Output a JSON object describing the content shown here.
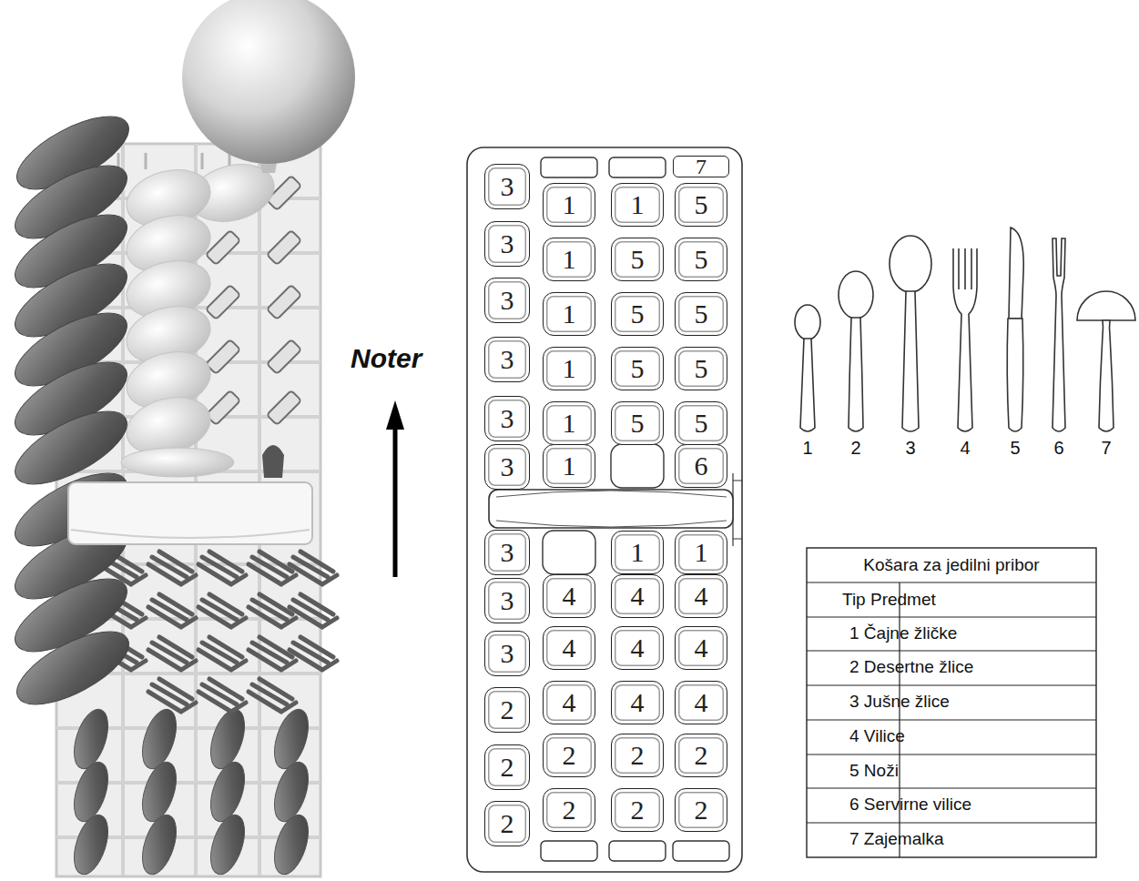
{
  "diagram": {
    "nodes": [
      {
        "text": [
          "7"
        ]
      },
      {
        "text": [
          "3"
        ]
      },
      {
        "text": [
          "1"
        ]
      },
      {
        "text": [
          "1"
        ]
      },
      {
        "text": [
          "5"
        ]
      },
      {
        "text": [
          "3"
        ]
      },
      {
        "text": [
          "1"
        ]
      },
      {
        "text": [
          "5"
        ]
      },
      {
        "text": [
          "5"
        ]
      },
      {
        "text": [
          "3"
        ]
      },
      {
        "text": [
          "1"
        ]
      },
      {
        "text": [
          "5"
        ]
      },
      {
        "text": [
          "5"
        ]
      },
      {
        "text": [
          "3"
        ]
      },
      {
        "text": [
          "1"
        ]
      },
      {
        "text": [
          "5"
        ]
      },
      {
        "text": [
          "5"
        ]
      },
      {
        "text": [
          "3"
        ]
      },
      {
        "text": [
          "1"
        ]
      },
      {
        "text": [
          "5"
        ]
      },
      {
        "text": [
          "5"
        ]
      },
      {
        "text": [
          "3"
        ]
      },
      {
        "text": [
          "1"
        ]
      },
      {
        "text": [
          "6"
        ]
      },
      {
        "text": [
          "3"
        ]
      },
      {
        "text": [
          "1"
        ]
      },
      {
        "text": [
          "1"
        ]
      },
      {
        "text": [
          "3"
        ]
      },
      {
        "text": [
          "4"
        ]
      },
      {
        "text": [
          "4"
        ]
      },
      {
        "text": [
          "4"
        ]
      },
      {
        "text": [
          "3"
        ]
      },
      {
        "text": [
          "4"
        ]
      },
      {
        "text": [
          "4"
        ]
      },
      {
        "text": [
          "4"
        ]
      },
      {
        "text": [
          "2"
        ]
      },
      {
        "text": [
          "4"
        ]
      },
      {
        "text": [
          "4"
        ]
      },
      {
        "text": [
          "4"
        ]
      },
      {
        "text": [
          "2"
        ]
      },
      {
        "text": [
          "2"
        ]
      },
      {
        "text": [
          "2"
        ]
      },
      {
        "text": [
          "2"
        ]
      },
      {
        "text": [
          "2"
        ]
      },
      {
        "text": [
          "2"
        ]
      },
      {
        "text": [
          "2"
        ]
      },
      {
        "text": [
          "2"
        ]
      }
    ],
    "labels": [
      "Noter",
      "1",
      "2",
      "3",
      "4",
      "5",
      "6",
      "7",
      "Košara za jedilni pribor",
      "Tip Predmet",
      "1 Čajne žličke",
      "2 Desertne žlice",
      "3 Jušne žlice",
      "4 Vilice",
      "5 Noži",
      "6 Servirne vilice",
      "7 Zajemalka"
    ]
  }
}
